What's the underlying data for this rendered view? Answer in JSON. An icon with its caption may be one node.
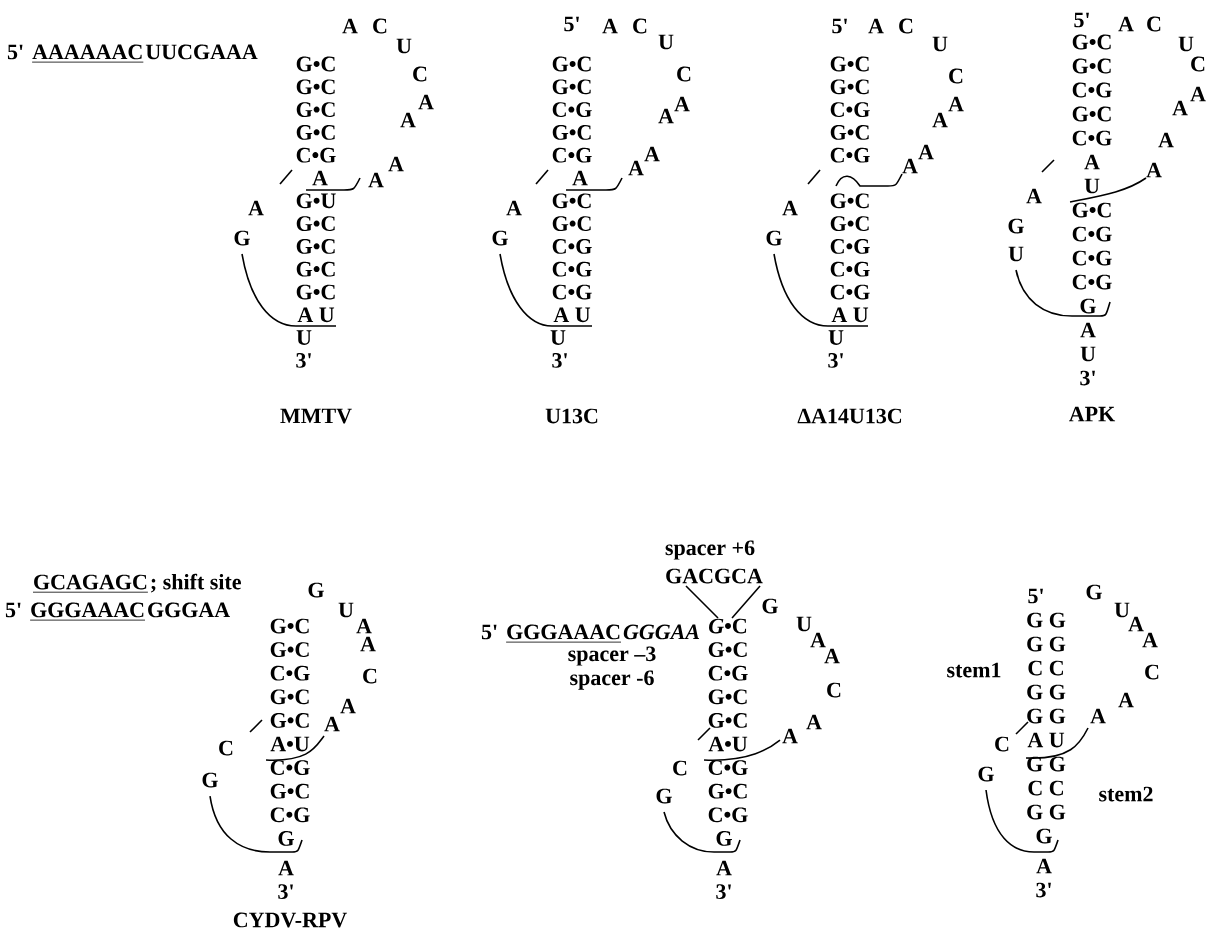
{
  "diagram": {
    "labels": [
      "5'",
      "AAAAAAC",
      "UUCGAAA",
      "G•C",
      "G•C",
      "G•C",
      "G•C",
      "C•G",
      "A",
      "C",
      "U",
      "C",
      "A",
      "A",
      "A",
      "A",
      "A",
      "A",
      "G",
      "G•U",
      "G•C",
      "G•C",
      "G•C",
      "G•C",
      "A U",
      "U",
      "3'",
      "MMTV",
      "5'",
      "G•C",
      "G•C",
      "C•G",
      "G•C",
      "C•G",
      "A",
      "C",
      "U",
      "C",
      "A",
      "A",
      "A",
      "A",
      "A",
      "A",
      "G",
      "G•C",
      "G•C",
      "C•G",
      "C•G",
      "C•G",
      "A U",
      "U",
      "3'",
      "U13C",
      "5'",
      "G•C",
      "G•C",
      "C•G",
      "G•C",
      "C•G",
      "A",
      "C",
      "U",
      "C",
      "A",
      "A",
      "A",
      "A",
      "A",
      "G",
      "G•C",
      "G•C",
      "C•G",
      "C•G",
      "C•G",
      "A U",
      "U",
      "3'",
      "ΔA14U13C",
      "5'",
      "G•C",
      "G•C",
      "C•G",
      "G•C",
      "C•G",
      "A",
      "C",
      "U",
      "C",
      "A",
      "A",
      "A",
      "A",
      "A",
      "U",
      "A",
      "G",
      "U",
      "G•C",
      "C•G",
      "C•G",
      "C•G",
      "G",
      "A",
      "U",
      "3'",
      "APK",
      "GCAGAGC",
      "; shift site",
      "5'",
      "GGGAAAC",
      "GGGAA",
      "G",
      "G•C",
      "G•C",
      "C•G",
      "G•C",
      "G•C",
      "U",
      "A",
      "A",
      "C",
      "A",
      "A",
      "C",
      "A•U",
      "G",
      "C•G",
      "G•C",
      "C•G",
      "G",
      "A",
      "3'",
      "CYDV-RPV",
      "spacer +6",
      "GACGCA",
      "5'",
      "GGGAAAC",
      "GGGAA",
      "spacer –3",
      "spacer -6",
      "G",
      "*G*•C",
      "G•C",
      "C•G",
      "G•C",
      "G•C",
      "U",
      "A",
      "A",
      "C",
      "A",
      "A",
      "C",
      "A•U",
      "G",
      "C•G",
      "G•C",
      "C•G",
      "G",
      "A",
      "3'",
      "5'",
      "G",
      "G G",
      "G G",
      "C C",
      "G G",
      "G G",
      "stem1",
      "U",
      "A",
      "A",
      "C",
      "A",
      "A",
      "C",
      "A U",
      "G",
      "G G",
      "C C",
      "G G",
      "stem2",
      "G",
      "A",
      "3'"
    ]
  }
}
